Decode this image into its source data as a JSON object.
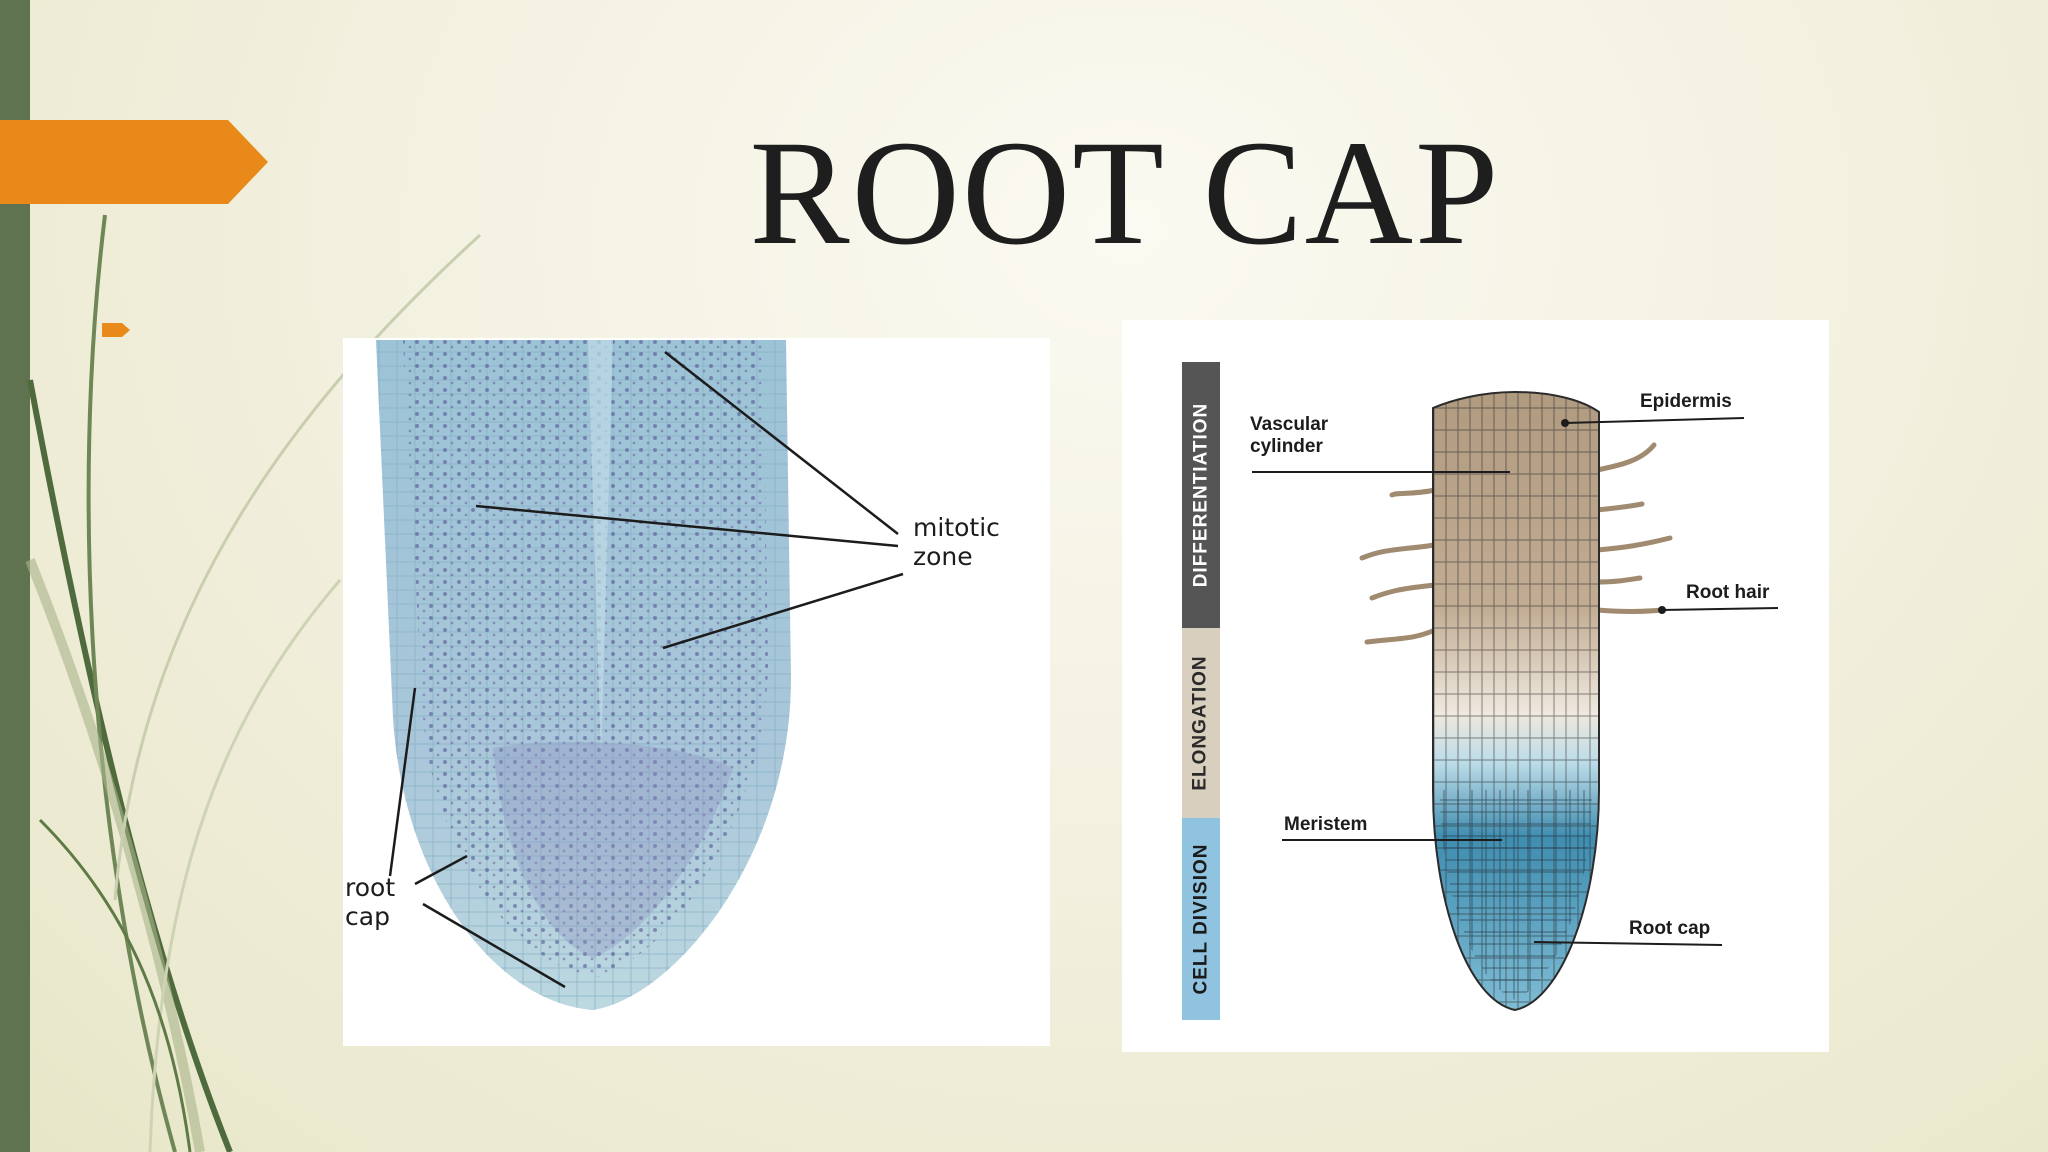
{
  "slide": {
    "title": "ROOT CAP",
    "accent_color": "#e8891a",
    "side_bar_color": "#5f7350"
  },
  "photo": {
    "labels": {
      "mitotic_zone": "mitotic\nzone",
      "root_cap": "root\ncap"
    }
  },
  "diagram": {
    "stages": {
      "differentiation": "DIFFERENTIATION",
      "elongation": "ELONGATION",
      "cell_division": "CELL DIVISION"
    },
    "stage_colors": {
      "differentiation": "#555555",
      "elongation": "#d9cfbe",
      "cell_division": "#8fc3df"
    },
    "labels": {
      "vascular_cylinder": "Vascular\ncylinder",
      "epidermis": "Epidermis",
      "root_hair": "Root hair",
      "meristem": "Meristem",
      "root_cap": "Root cap"
    }
  }
}
